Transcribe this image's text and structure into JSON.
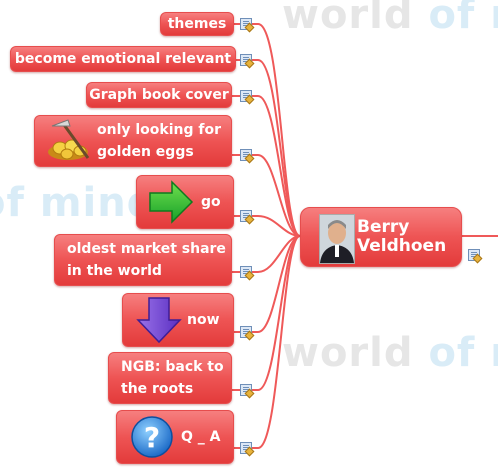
{
  "watermark": {
    "part1": "world ",
    "part2": "of",
    "part3": " minds"
  },
  "central": {
    "name_line1": "Berry",
    "name_line2": "Veldhoen"
  },
  "topics": [
    {
      "label": "themes"
    },
    {
      "label": "become emotional relevant"
    },
    {
      "label": "Graph book cover"
    },
    {
      "label_line1": "only looking for",
      "label_line2": "golden eggs",
      "icon": "golden-eggs-icon"
    },
    {
      "label": "go",
      "icon": "green-arrow-right-icon"
    },
    {
      "label_line1": "oldest market share",
      "label_line2": "in the world"
    },
    {
      "label": "now",
      "icon": "purple-arrow-down-icon"
    },
    {
      "label_line1": "NGB: back to",
      "label_line2": "the roots"
    },
    {
      "label": "Q _ A",
      "icon": "question-mark-icon"
    }
  ],
  "colors": {
    "topic_fill": "#ee5454",
    "link": "#ef5959",
    "text": "#ffffff"
  }
}
